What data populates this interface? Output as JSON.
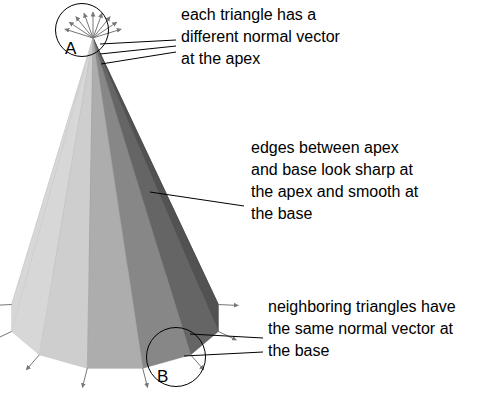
{
  "diagram": {
    "nodes": [
      {
        "text": [
          "A"
        ]
      },
      {
        "text": [
          "B"
        ]
      }
    ],
    "labels": [
      "each triangle has a different normal vector at the apex",
      "edges between apex and base look sharp at the apex and smooth at the base",
      "neighboring triangles have the same normal vector at the base"
    ]
  }
}
